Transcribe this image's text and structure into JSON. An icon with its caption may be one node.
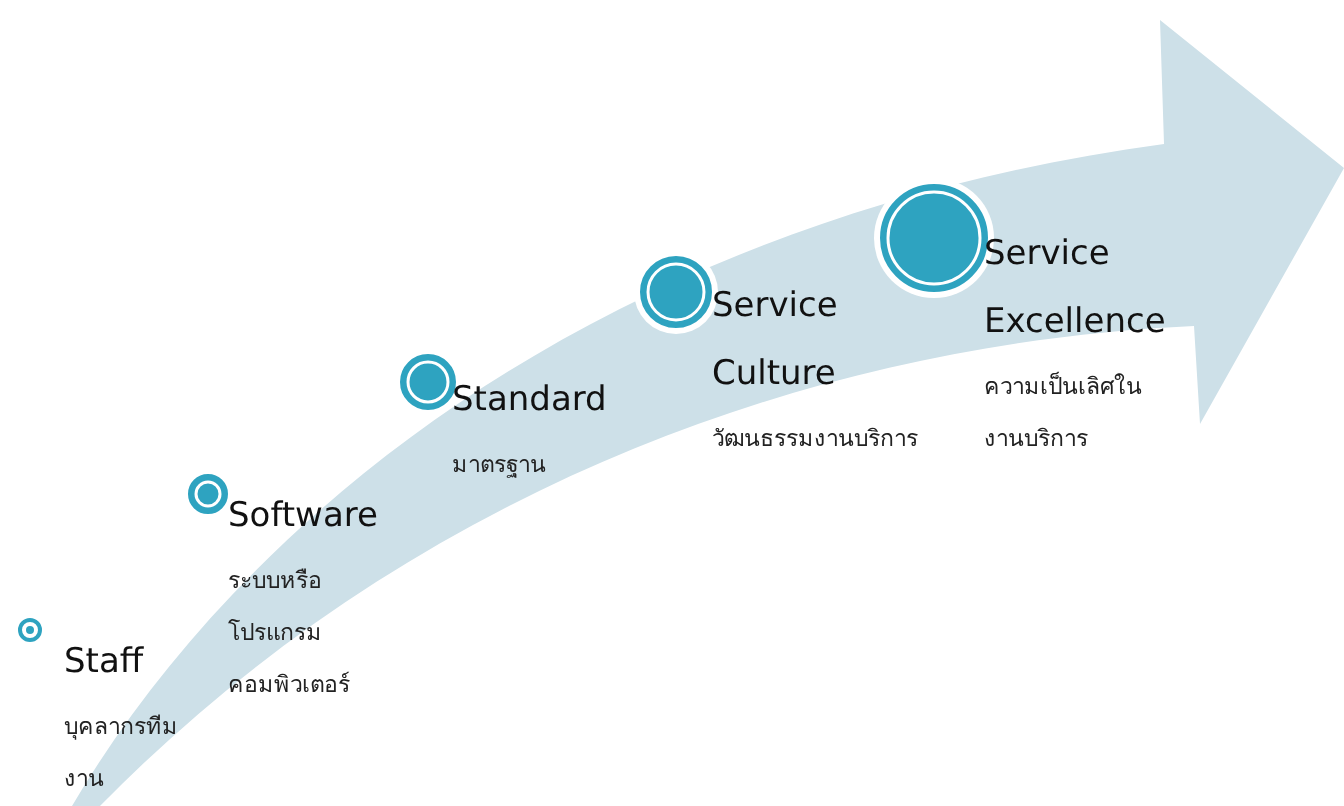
{
  "diagram": {
    "nodes": [
      {
        "text": [
          "Staff",
          "บุคลากรทีมงาน"
        ]
      },
      {
        "text": [
          "Software",
          "ระบบหรือโปรแกรมคอมพิวเตอร์"
        ]
      },
      {
        "text": [
          "Standard",
          "มาตรฐาน"
        ]
      },
      {
        "text": [
          "Service Culture",
          "วัฒนธรรมงานบริการ"
        ]
      },
      {
        "text": [
          "Service Excellence",
          "ความเป็นเลิศในงานบริการ"
        ]
      }
    ]
  }
}
